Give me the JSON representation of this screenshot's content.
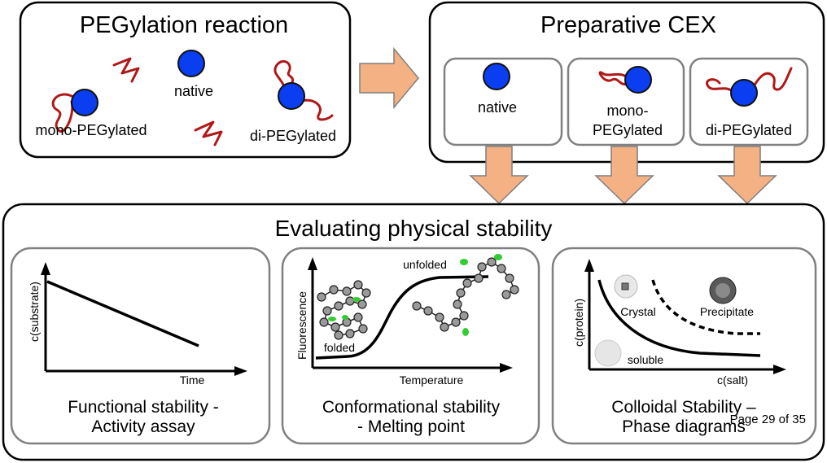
{
  "pegylation": {
    "title": "PEGylation reaction",
    "label_native": "native",
    "label_mono": "mono-PEGylated",
    "label_di": "di-PEGylated"
  },
  "cex": {
    "title": "Preparative CEX",
    "native": "native",
    "mono_line1": "mono-",
    "mono_line2": "PEGylated",
    "di": "di-PEGylated"
  },
  "stability": {
    "title": "Evaluating physical stability",
    "functional": {
      "ylabel": "c(substrate)",
      "xlabel": "Time",
      "caption_line1": "Functional stability -",
      "caption_line2": "Activity assay"
    },
    "conformational": {
      "ylabel": "Fluorescence",
      "xlabel": "Temperature",
      "label_folded": "folded",
      "label_unfolded": "unfolded",
      "caption_line1": "Conformational stability",
      "caption_line2": "- Melting point"
    },
    "colloidal": {
      "ylabel": "c(protein)",
      "xlabel": "c(salt)",
      "label_crystal": "Crystal",
      "label_precipitate": "Precipitate",
      "label_soluble": "soluble",
      "caption_line1": "Colloidal Stability –",
      "caption_line2": "Phase diagrams"
    }
  },
  "footer": {
    "page": "Page 29 of 35"
  },
  "colors": {
    "arrow": "#f4b183",
    "protein": "#0a3ef0",
    "peg": "#b01818",
    "highlight": "#33cc33"
  }
}
